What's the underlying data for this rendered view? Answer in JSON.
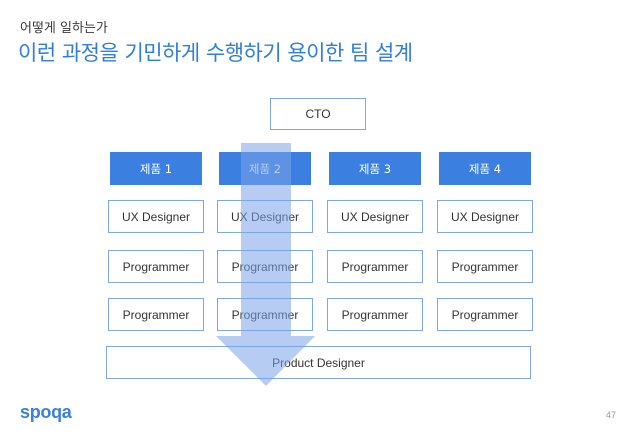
{
  "header": {
    "subtitle": "어떻게 일하는가",
    "title": "이런 과정을 기민하게 수행하기 용이한 팀 설계"
  },
  "diagram": {
    "cto": "CTO",
    "columns": [
      {
        "product": "제품 1",
        "designer": "UX Designer",
        "programmers": [
          "Programmer",
          "Programmer"
        ]
      },
      {
        "product": "제품 2",
        "designer": "UX Designer",
        "programmers": [
          "Programmer",
          "Programmer"
        ]
      },
      {
        "product": "제품 3",
        "designer": "UX Designer",
        "programmers": [
          "Programmer",
          "Programmer"
        ]
      },
      {
        "product": "제품 4",
        "designer": "UX Designer",
        "programmers": [
          "Programmer",
          "Programmer"
        ]
      }
    ],
    "product_designer": "Product Designer"
  },
  "footer": {
    "logo": "spoqa",
    "page_number": "47"
  },
  "colors": {
    "accent": "#3b7fe0",
    "title": "#2f7fd9",
    "border": "#7ea9de",
    "arrow": "#7aa3e8"
  }
}
